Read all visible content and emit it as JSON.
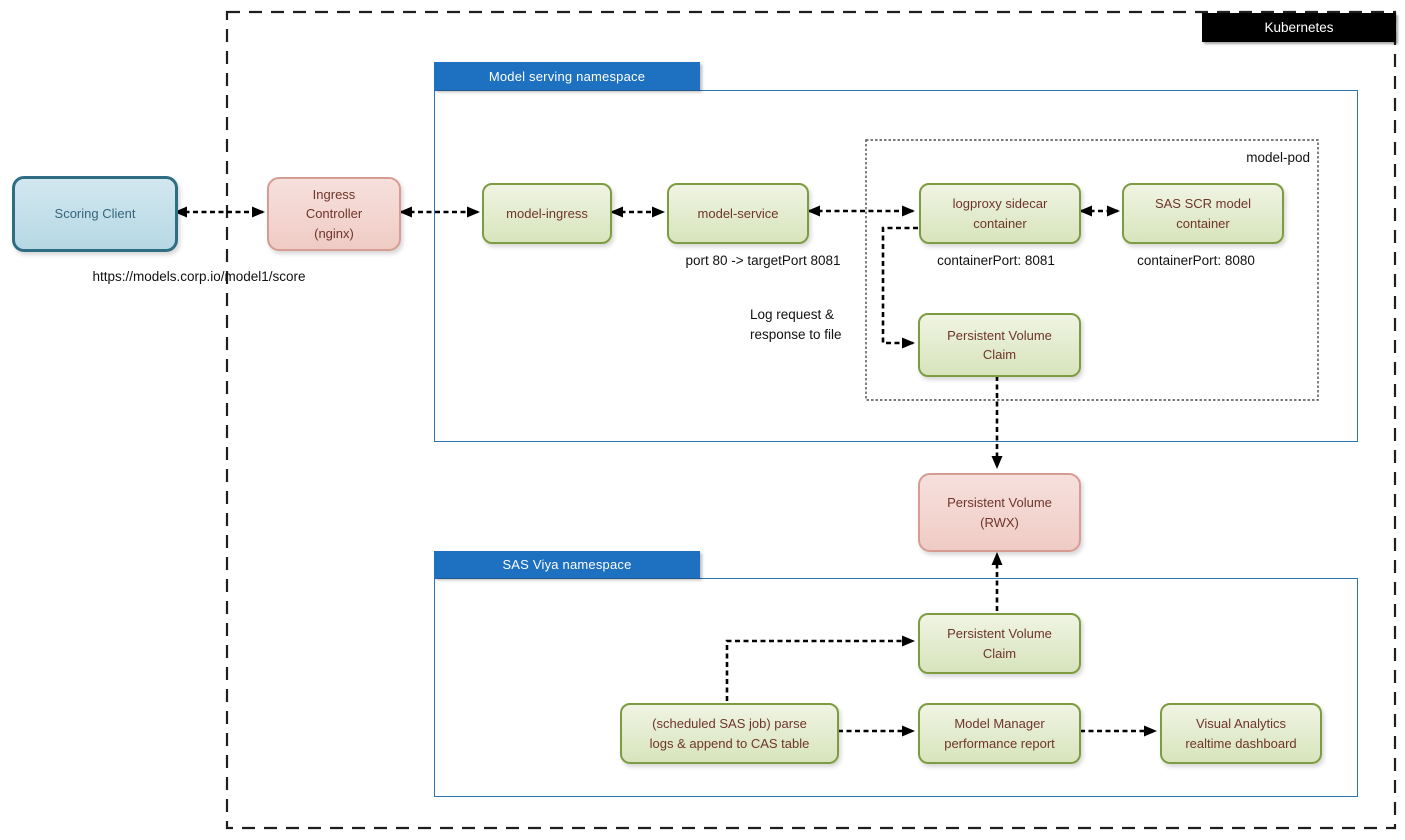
{
  "colors": {
    "namespace_header_blue": "#1e70c1",
    "namespace_border_blue": "#2e75b5",
    "green_node_fill": "#e2ebcd",
    "green_node_border": "#7d9c42",
    "pink_node_fill": "#f3d5d0",
    "pink_node_border": "#d69c93",
    "blue_node_fill": "#c3dfe9",
    "blue_node_border": "#2f6e82",
    "node_text_maroon": "#6e352b",
    "node_text_teal": "#34657c",
    "arrow_color": "#000000",
    "kubernetes_label_bg": "#000000"
  },
  "kubernetes": {
    "label": "Kubernetes"
  },
  "client": {
    "label": "Scoring Client",
    "url": "https://models.corp.io/model1/score"
  },
  "ingress_controller": {
    "label": "Ingress\nController\n(nginx)"
  },
  "model_serving": {
    "title": "Model serving namespace",
    "model_ingress": "model-ingress",
    "model_service": "model-service",
    "port_note": "port 80 -> targetPort 8081",
    "log_note": "Log request &\nresponse to file",
    "pod": {
      "label": "model-pod",
      "logproxy": "logproxy sidecar\ncontainer",
      "logproxy_port": "containerPort: 8081",
      "scr": "SAS SCR model\ncontainer",
      "scr_port": "containerPort: 8080",
      "pvc": "Persistent Volume\nClaim"
    }
  },
  "persistent_volume": {
    "label": "Persistent Volume\n(RWX)"
  },
  "sas_viya": {
    "title": "SAS Viya namespace",
    "pvc": "Persistent Volume\nClaim",
    "sas_job": "(scheduled SAS job) parse\nlogs & append to CAS table",
    "model_manager": "Model Manager\nperformance report",
    "visual_analytics": "Visual Analytics\nrealtime dashboard"
  }
}
